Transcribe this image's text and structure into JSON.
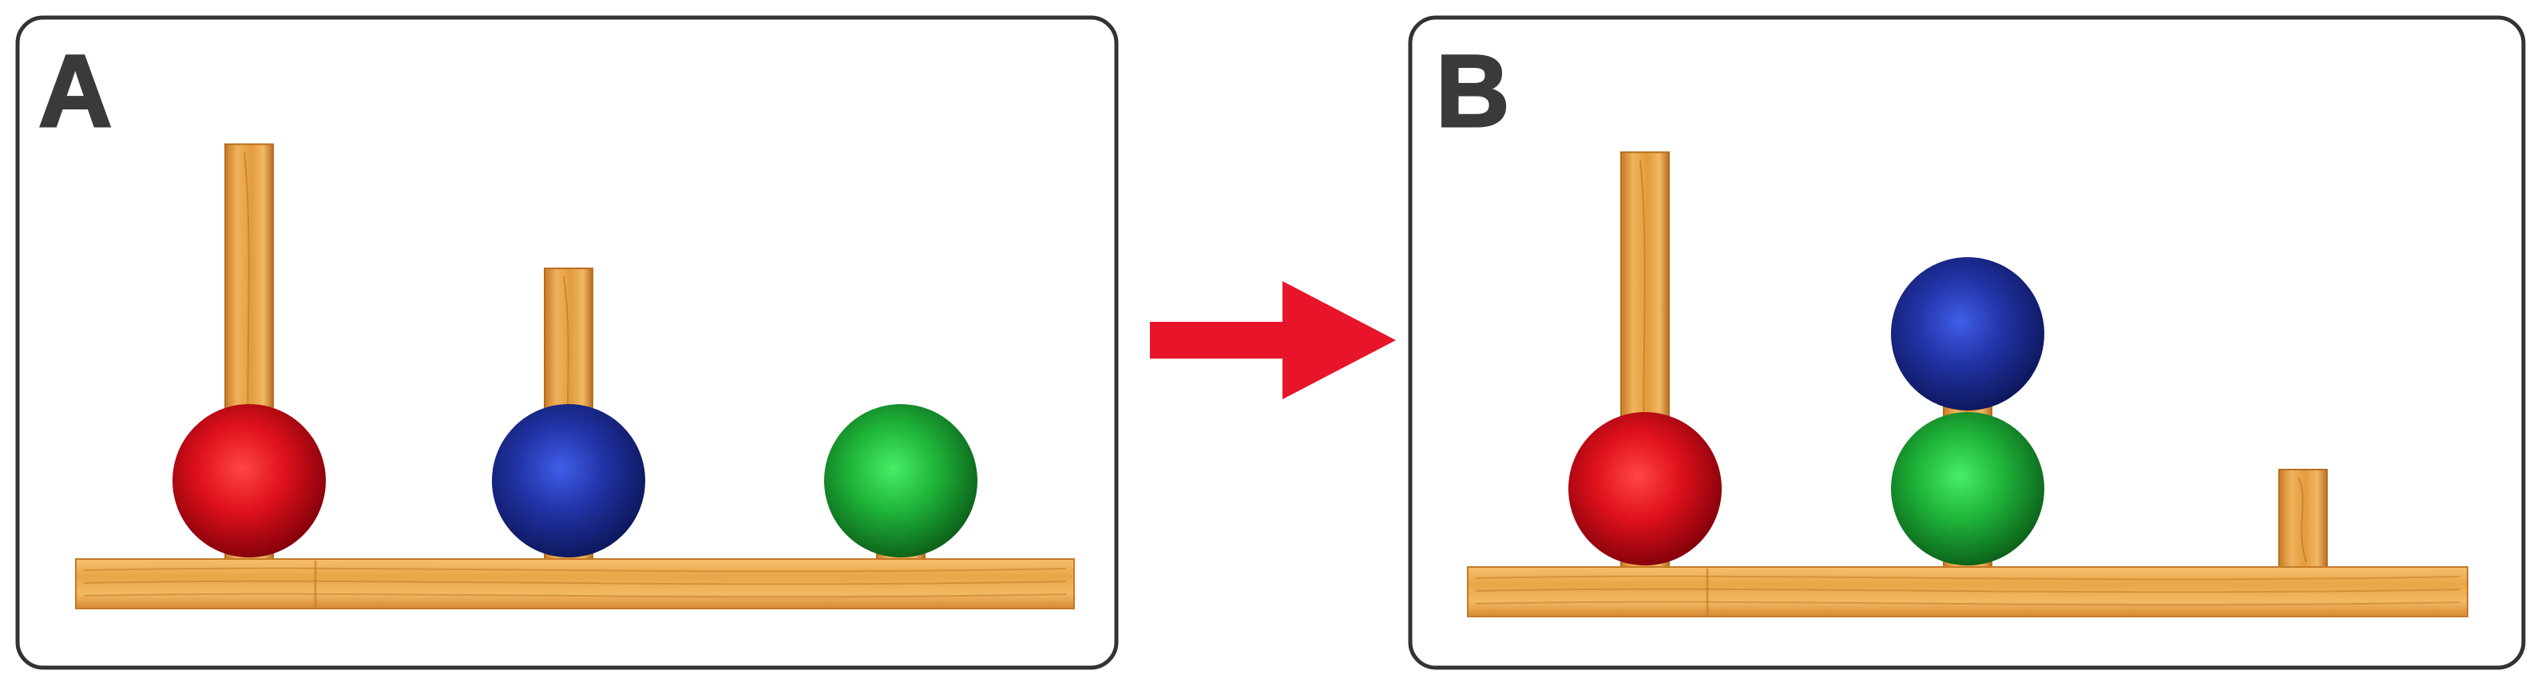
{
  "colors": {
    "background": "#ffffff",
    "frame_stroke": "#333333",
    "label_text": "#3a3a3a",
    "arrow": "#e8142a",
    "wood_light": "#f2b560",
    "wood_mid": "#e39a3a",
    "wood_dark": "#b56d1e",
    "ball_red": "#e0111c",
    "ball_blue": "#2233a6",
    "ball_green": "#1fb53a"
  },
  "panels": [
    {
      "label": "A",
      "state": "start",
      "pegs": [
        {
          "position": 1,
          "capacity": 3,
          "balls": [
            "red"
          ]
        },
        {
          "position": 2,
          "capacity": 2,
          "balls": [
            "blue"
          ]
        },
        {
          "position": 3,
          "capacity": 1,
          "balls": [
            "green"
          ]
        }
      ]
    },
    {
      "label": "B",
      "state": "goal",
      "pegs": [
        {
          "position": 1,
          "capacity": 3,
          "balls": [
            "red"
          ]
        },
        {
          "position": 2,
          "capacity": 2,
          "balls": [
            "green",
            "blue"
          ]
        },
        {
          "position": 3,
          "capacity": 1,
          "balls": []
        }
      ]
    }
  ],
  "transition": {
    "direction": "A to B",
    "icon": "arrow-right-icon"
  }
}
